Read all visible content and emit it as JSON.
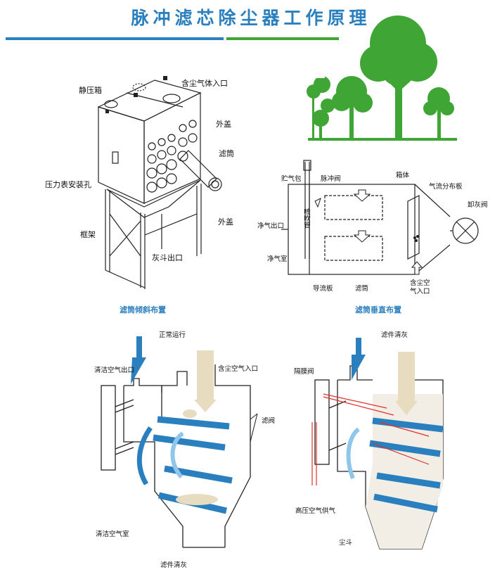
{
  "title": "脉冲滤芯除尘器工作原理",
  "colors": {
    "title_blue": "#2a7fbf",
    "accent_green": "#3fa535",
    "filter_blue": "#2a7fbf",
    "flow_light_blue": "#8fc6ea",
    "dust_beige": "#e8dcc0",
    "pulse_red": "#e0302a"
  },
  "icons": [
    "tree-icon"
  ],
  "diagram1": {
    "caption": "滤筒倾斜布置",
    "labels": {
      "static_box": "静压箱",
      "dusty_inlet": "含尘气体入口",
      "outer_cover_top": "外盖",
      "filter_cartridge": "滤筒",
      "gauge_hole": "压力表安装孔",
      "outer_cover_bottom": "外盖",
      "frame": "框架",
      "ash_outlet": "灰斗出口"
    }
  },
  "diagram2": {
    "caption": "滤筒垂直布置",
    "labels": {
      "air_tank": "贮气包",
      "pulse_valve": "脉冲阀",
      "housing": "箱体",
      "flow_plate": "气流分布板",
      "discharge_valve": "卸灰阀",
      "clean_outlet": "净气出口",
      "blow_pipe": "喷吹管",
      "clean_room": "净气室",
      "guide_plate": "导流板",
      "filter": "滤筒",
      "dusty_inlet_line1": "含尘空",
      "dusty_inlet_line2": "气入口"
    }
  },
  "diagram3": {
    "labels": {
      "normal_run": "正常运行",
      "clean_outlet": "清洁空气出口",
      "dusty_inlet": "含尘空气入口",
      "filter": "滤阀",
      "clean_room": "清洁空气室",
      "bottom": "滤件清灰"
    }
  },
  "diagram4": {
    "labels": {
      "top": "滤件清灰",
      "diaphragm_valve": "隔膜阀",
      "hp_air": "高压空气供气",
      "hopper": "尘斗"
    }
  }
}
